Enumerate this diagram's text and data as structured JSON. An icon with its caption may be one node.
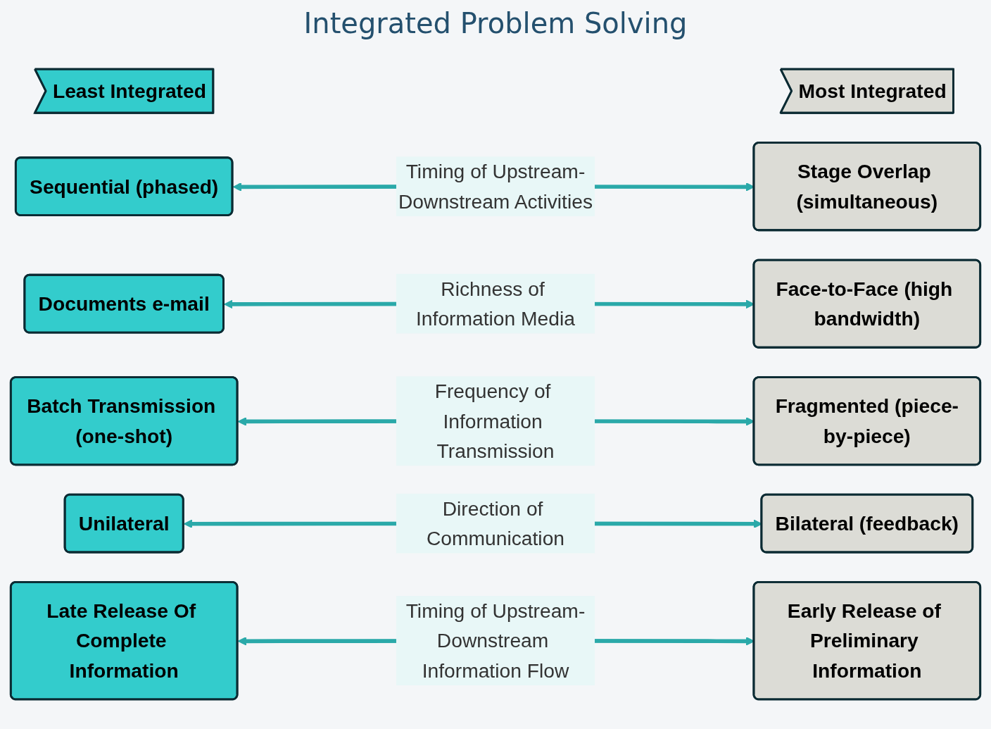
{
  "diagram": {
    "title": "Integrated Problem Solving",
    "nodes": [
      {
        "text": [
          "Least Integrated"
        ]
      },
      {
        "text": [
          "Most Integrated"
        ]
      },
      {
        "text": [
          "Sequential (phased)"
        ]
      },
      {
        "text": [
          "Stage Overlap (simultaneous)"
        ]
      },
      {
        "text": [
          "Documents e-mail"
        ]
      },
      {
        "text": [
          "Face-to-Face (high bandwidth)"
        ]
      },
      {
        "text": [
          "Batch Transmission (one-shot)"
        ]
      },
      {
        "text": [
          "Fragmented (piece-by-piece)"
        ]
      },
      {
        "text": [
          "Unilateral"
        ]
      },
      {
        "text": [
          "Bilateral (feedback)"
        ]
      },
      {
        "text": [
          "Late Release Of Complete Information"
        ]
      },
      {
        "text": [
          "Early Release of Preliminary Information"
        ]
      }
    ],
    "edges": [
      {
        "from": 2,
        "to": 3,
        "arrow": "both",
        "label": "Timing of Upstream-Downstream Activities"
      },
      {
        "from": 4,
        "to": 5,
        "arrow": "both",
        "label": "Richness of Information Media"
      },
      {
        "from": 6,
        "to": 7,
        "arrow": "both",
        "label": "Frequency of Information Transmission"
      },
      {
        "from": 8,
        "to": 9,
        "arrow": "both",
        "label": "Direction of Communication"
      },
      {
        "from": 10,
        "to": 11,
        "arrow": "both",
        "label": "Timing of Upstream-Downstream Information Flow"
      }
    ]
  }
}
